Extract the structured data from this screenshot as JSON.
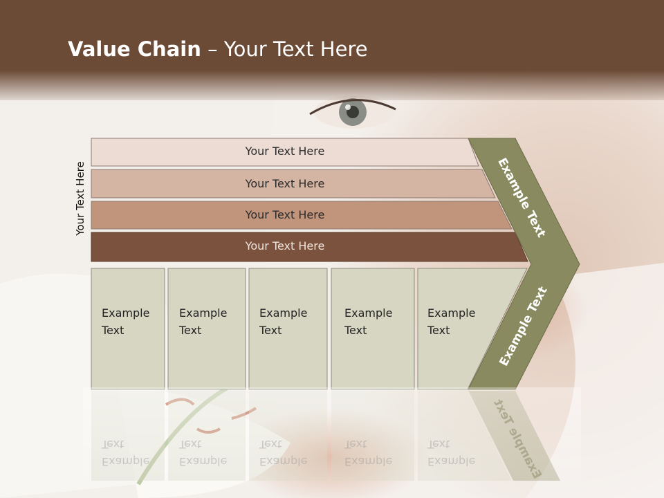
{
  "title": {
    "bold": "Value Chain",
    "rest": " – Your Text Here"
  },
  "side_label": "Your Text Here",
  "rows": [
    {
      "label": "Your Text Here",
      "color": "#ecdcd4"
    },
    {
      "label": "Your Text Here",
      "color": "#d4b4a2"
    },
    {
      "label": "Your Text Here",
      "color": "#c1947c"
    },
    {
      "label": "Your Text Here",
      "color": "#7b523d"
    }
  ],
  "columns": [
    {
      "line1": "Example",
      "line2": "Text"
    },
    {
      "line1": "Example",
      "line2": "Text"
    },
    {
      "line1": "Example",
      "line2": "Text"
    },
    {
      "line1": "Example",
      "line2": "Text"
    },
    {
      "line1": "Example",
      "line2": "Text"
    }
  ],
  "chevron": {
    "top_label": "Example Text",
    "bottom_label": "Example Text",
    "color": "#898a5f"
  },
  "colors": {
    "title_bar": "#6b4a36",
    "column_fill": "#d6d6c2",
    "column_border": "#8c8c7c"
  }
}
